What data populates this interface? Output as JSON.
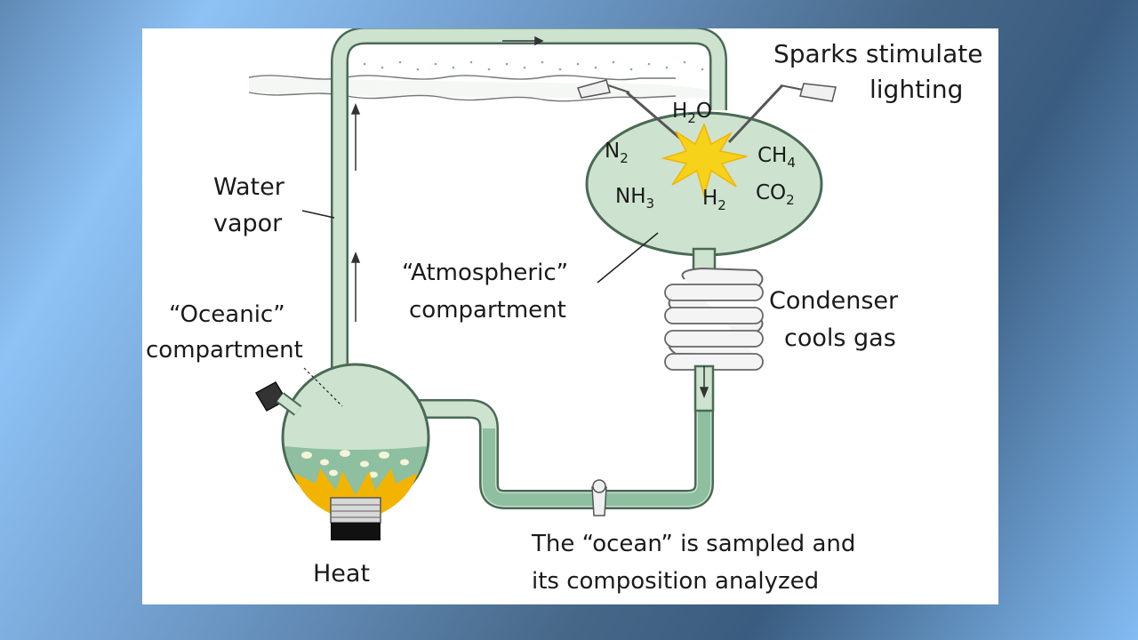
{
  "labels": {
    "sparks_line1": "Sparks stimulate",
    "sparks_line2": "lighting",
    "water_vapor_line1": "Water",
    "water_vapor_line2": "vapor",
    "oceanic_line1": "“Oceanic”",
    "oceanic_line2": "compartment",
    "atmospheric_line1": "“Atmospheric”",
    "atmospheric_line2": "compartment",
    "condenser_line1": "Condenser",
    "condenser_line2": "cools gas",
    "heat": "Heat",
    "ocean_line1": "The “ocean” is sampled and",
    "ocean_line2": "its composition analyzed"
  },
  "gases": {
    "h2o": {
      "base": "H",
      "sub": "2",
      "tail": "O"
    },
    "n2": {
      "base": "N",
      "sub": "2"
    },
    "ch4": {
      "base": "CH",
      "sub": "4"
    },
    "nh3": {
      "base": "NH",
      "sub": "3"
    },
    "h2": {
      "base": "H",
      "sub": "2"
    },
    "co2": {
      "base": "CO",
      "sub": "2"
    }
  },
  "colors": {
    "glass": "#cde3cf",
    "glass_outline": "#4a6a55",
    "water": "#8dbfa0",
    "flame": "#f2b400",
    "spark": "#f7d21a"
  }
}
